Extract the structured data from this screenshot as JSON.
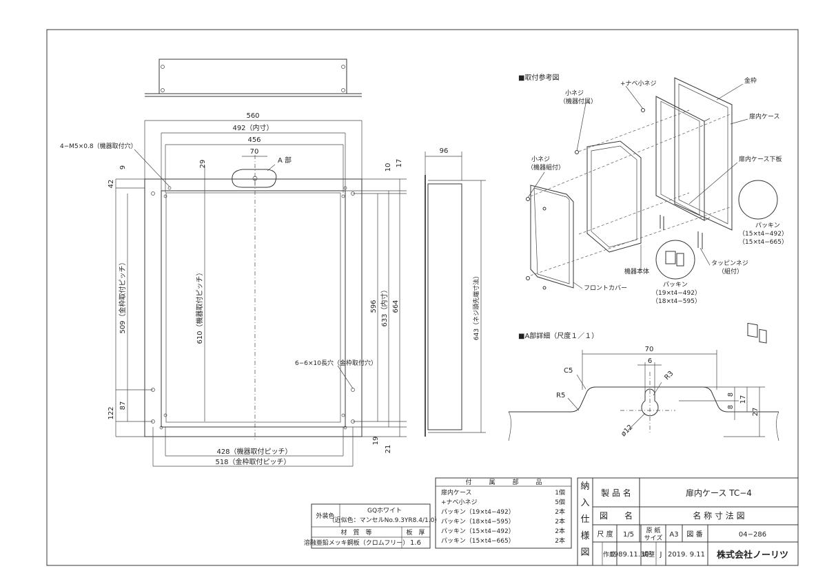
{
  "iso_title": "■取付参考図",
  "iso_labels": {
    "small_screw_device_attached": "小ネジ",
    "small_screw_device_attached_note": "（機器付属）",
    "pan_screw": "+ナベ小ネジ",
    "metal_frame": "金枠",
    "case": "扉内ケース",
    "case_bottom_plate": "扉内ケース下板",
    "small_screw_device_set": "小ネジ",
    "small_screw_device_set_note": "（機器組付）",
    "packing_a": "パッキン",
    "packing_a_1": "（15×t4−492）",
    "packing_a_2": "（15×t4−665）",
    "tapping_screw": "タッピンネジ",
    "tapping_screw_note": "（組付）",
    "device_body": "機器本体",
    "front_cover": "フロントカバー",
    "packing_b": "パッキン",
    "packing_b_1": "（19×t4−492）",
    "packing_b_2": "（18×t4−595）"
  },
  "detail_title": "■A部詳細（尺度１／１）",
  "detail_dims": {
    "width": "70",
    "slot": "6",
    "r3": "R3",
    "c5": "C5",
    "r5": "R5",
    "d12": "ø12",
    "h8a": "8",
    "h8b": "8",
    "h17": "17",
    "h27": "27"
  },
  "front_dims": {
    "d560": "560",
    "d492": "492（内寸）",
    "d456": "456",
    "d70": "70",
    "a_part": "A 部",
    "m5": "4−M5×0.8（機器取付穴）",
    "d9": "9",
    "d29": "29",
    "d10": "10",
    "d17": "17",
    "d42": "42",
    "d509": "509（金枠取付ピッチ）",
    "d610": "610（機器取付ピッチ）",
    "d596": "596",
    "d633": "633（内寸）",
    "d664": "664",
    "d122": "122",
    "d87": "87",
    "slot_holes": "6−6×10長穴（金枠取付穴）",
    "d428": "428（機器取付ピッチ）",
    "d518": "518（金枠取付ピッチ）",
    "d19": "19",
    "d21": "21"
  },
  "side_dims": {
    "d96": "96",
    "d643": "643（ネジ頭先端寸法）"
  },
  "parts_table": {
    "header": [
      "付",
      "属",
      "部",
      "品"
    ],
    "rows": [
      {
        "name": "扉内ケース",
        "qty": "1個"
      },
      {
        "name": "+ナベ小ネジ",
        "qty": "5個"
      },
      {
        "name": "パッキン（19×t4−492）",
        "qty": "2本"
      },
      {
        "name": "パッキン（18×t4−595）",
        "qty": "2本"
      },
      {
        "name": "パッキン（15×t4−492）",
        "qty": "2本"
      },
      {
        "name": "パッキン（15×t4−665）",
        "qty": "2本"
      }
    ]
  },
  "finish_table": {
    "label": "外装色",
    "color_line1": "GQホワイト",
    "color_line2": "（近似色：マンセルNo.9.3YR8.4/1.0）",
    "material_header": "材　質　等",
    "thickness_header": "板　厚",
    "material": "溶融亜鉛メッキ鋼板（クロムフリー）",
    "thickness": "1.6"
  },
  "title_block": {
    "vertical": [
      "納",
      "入",
      "仕",
      "様",
      "図"
    ],
    "product_label": "製 品 名",
    "product_value": "扉内ケース TC−4",
    "drawing_label": "図　　名",
    "drawing_value": "名 称 寸 法 図",
    "scale_label": "尺 度",
    "scale_value": "1/5",
    "paper_label_1": "原 紙",
    "paper_label_2": "サイズ",
    "paper_value": "A3",
    "number_label": "図 番",
    "number_value": "04−286",
    "made_label": "作成",
    "made_value": "1989.11.30",
    "revised_label": "調整",
    "revised_value": "J",
    "revised_date": "2019. 9.11",
    "company": "株式会社ノーリツ"
  }
}
